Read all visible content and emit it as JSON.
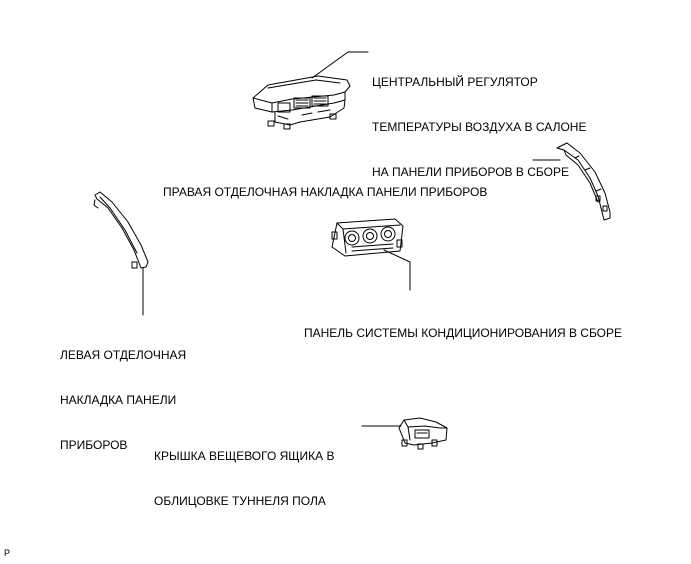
{
  "labels": {
    "center_regulator": [
      "ЦЕНТРАЛЬНЫЙ РЕГУЛЯТОР",
      "ТЕМПЕРАТУРЫ ВОЗДУХА В САЛОНЕ",
      "НА ПАНЕЛИ ПРИБОРОВ В СБОРЕ"
    ],
    "right_trim": [
      "ПРАВАЯ ОТДЕЛОЧНАЯ НАКЛАДКА ПАНЕЛИ ПРИБОРОВ"
    ],
    "ac_panel": [
      "ПАНЕЛЬ СИСТЕМЫ КОНДИЦИОНИРОВАНИЯ В СБОРЕ"
    ],
    "left_trim": [
      "ЛЕВАЯ ОТДЕЛОЧНАЯ",
      "НАКЛАДКА ПАНЕЛИ",
      "ПРИБОРОВ"
    ],
    "console_box_lid": [
      "КРЫШКА ВЕЩЕВОГО ЯЩИКА В",
      "ОБЛИЦОВКЕ ТУННЕЛЯ ПОЛА"
    ]
  },
  "corner_code": "P"
}
